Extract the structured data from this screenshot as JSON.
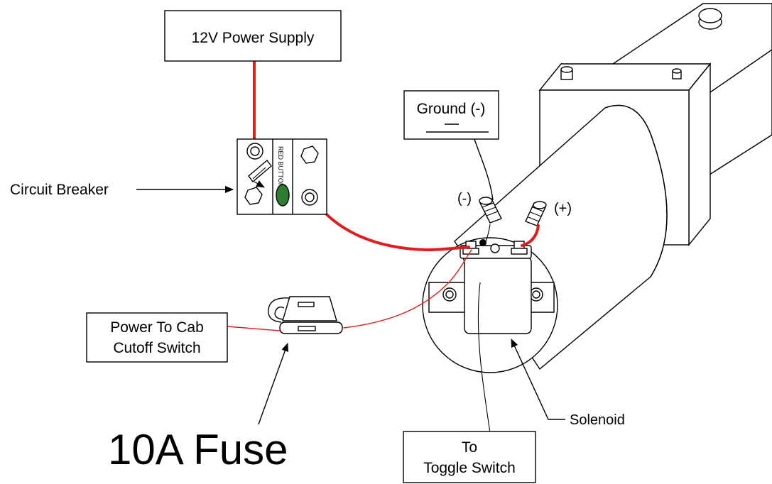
{
  "labels": {
    "power_supply": "12V Power Supply",
    "ground": "Ground (-)",
    "circuit_breaker": "Circuit Breaker",
    "red_button": "RED BUTTON",
    "negative_post": "(-)",
    "positive_post": "(+)",
    "cab_cutoff_line1": "Power To Cab",
    "cab_cutoff_line2": "Cutoff Switch",
    "fuse": "10A Fuse",
    "solenoid": "Solenoid",
    "toggle_line1": "To",
    "toggle_line2": "Toggle Switch"
  },
  "colors": {
    "wire_power": "#e21b1b",
    "wire_ground": "#000000",
    "breaker_button": "#2e7d32",
    "outline": "#000000"
  },
  "icons": {
    "fuse": "blade-fuse-holder-icon",
    "breaker": "circuit-breaker-icon",
    "solenoid": "solenoid-icon",
    "ground": "ground-symbol-icon"
  }
}
